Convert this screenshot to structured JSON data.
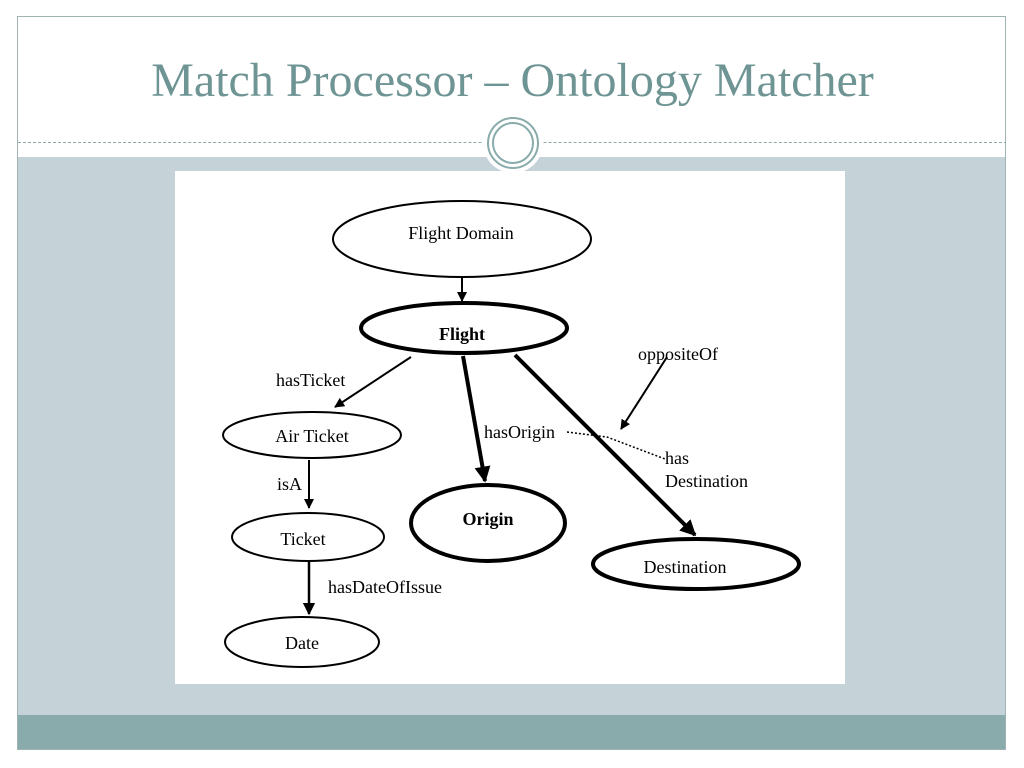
{
  "slide": {
    "title": "Match Processor – Ontology Matcher",
    "colors": {
      "title": "#6f9494",
      "body_band": "#c5d2d8",
      "footer_band": "#8aabab",
      "frame_border": "#9fb3b3"
    }
  },
  "diagram": {
    "nodes": {
      "flight_domain": "Flight Domain",
      "flight": "Flight",
      "air_ticket": "Air Ticket",
      "ticket": "Ticket",
      "date": "Date",
      "origin": "Origin",
      "destination": "Destination"
    },
    "edges": {
      "has_ticket": "hasTicket",
      "is_a": "isA",
      "has_date_of_issue": "hasDateOfIssue",
      "has_origin": "hasOrigin",
      "has_destination_1": "has",
      "has_destination_2": "Destination",
      "opposite_of": "oppositeOf"
    }
  }
}
